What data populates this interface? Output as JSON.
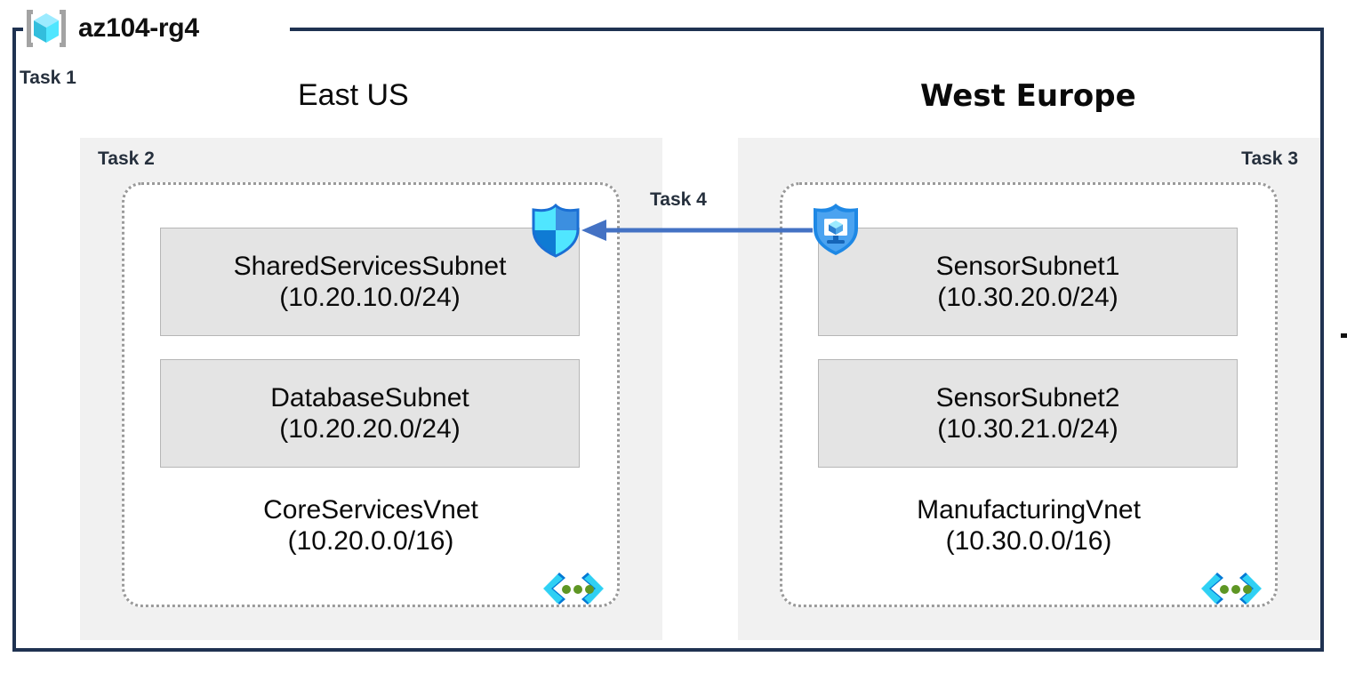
{
  "diagram": {
    "resource_group": {
      "name": "az104-rg4",
      "icon": "resource-group-cube-icon",
      "task_label": "Task 1",
      "border_color": "#1F3251"
    },
    "peering": {
      "task_label": "Task 4",
      "arrow_color": "#4472C4",
      "direction": "right-to-left"
    },
    "edge_mark": "",
    "regions": [
      {
        "id": "east-us",
        "title": "East US",
        "task_label": "Task 2",
        "task_align": "left",
        "vnet": {
          "name": "CoreServicesVnet",
          "cidr": "(10.20.0.0/16)",
          "icon": "vnet-icon",
          "subnets": [
            {
              "name": "SharedServicesSubnet",
              "cidr": "(10.20.10.0/24)"
            },
            {
              "name": "DatabaseSubnet",
              "cidr": "(10.20.20.0/24)"
            }
          ]
        },
        "boundary_icon": "network-security-shield-icon"
      },
      {
        "id": "west-europe",
        "title": "West Europe",
        "task_label": "Task 3",
        "task_align": "right",
        "vnet": {
          "name": "ManufacturingVnet",
          "cidr": "(10.30.0.0/16)",
          "icon": "vnet-icon",
          "subnets": [
            {
              "name": "SensorSubnet1",
              "cidr": "(10.30.20.0/24)"
            },
            {
              "name": "SensorSubnet2",
              "cidr": "(10.30.21.0/24)"
            }
          ]
        },
        "boundary_icon": "defender-vm-shield-icon"
      }
    ],
    "colors": {
      "region_background": "#F1F1F1",
      "subnet_background": "#E4E4E4",
      "subnet_border": "#B6B6B6",
      "vnet_border": "#9A9A9A",
      "task_text": "#26303D",
      "azure_blue": "#0078D4",
      "azure_cyan": "#50E6FF"
    }
  }
}
